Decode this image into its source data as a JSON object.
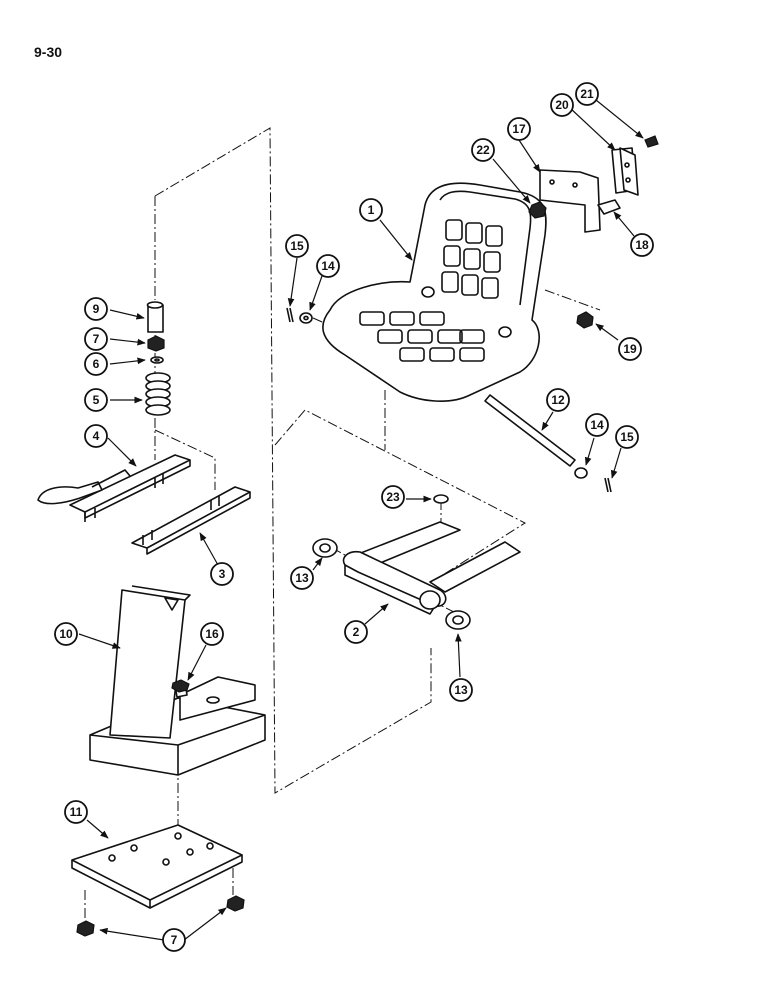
{
  "page_number": "9-30",
  "callouts": [
    "1",
    "2",
    "3",
    "4",
    "5",
    "6",
    "7",
    "9",
    "10",
    "11",
    "12",
    "13",
    "13",
    "14",
    "14",
    "15",
    "15",
    "16",
    "7",
    "17",
    "18",
    "19",
    "20",
    "21",
    "22",
    "23"
  ]
}
